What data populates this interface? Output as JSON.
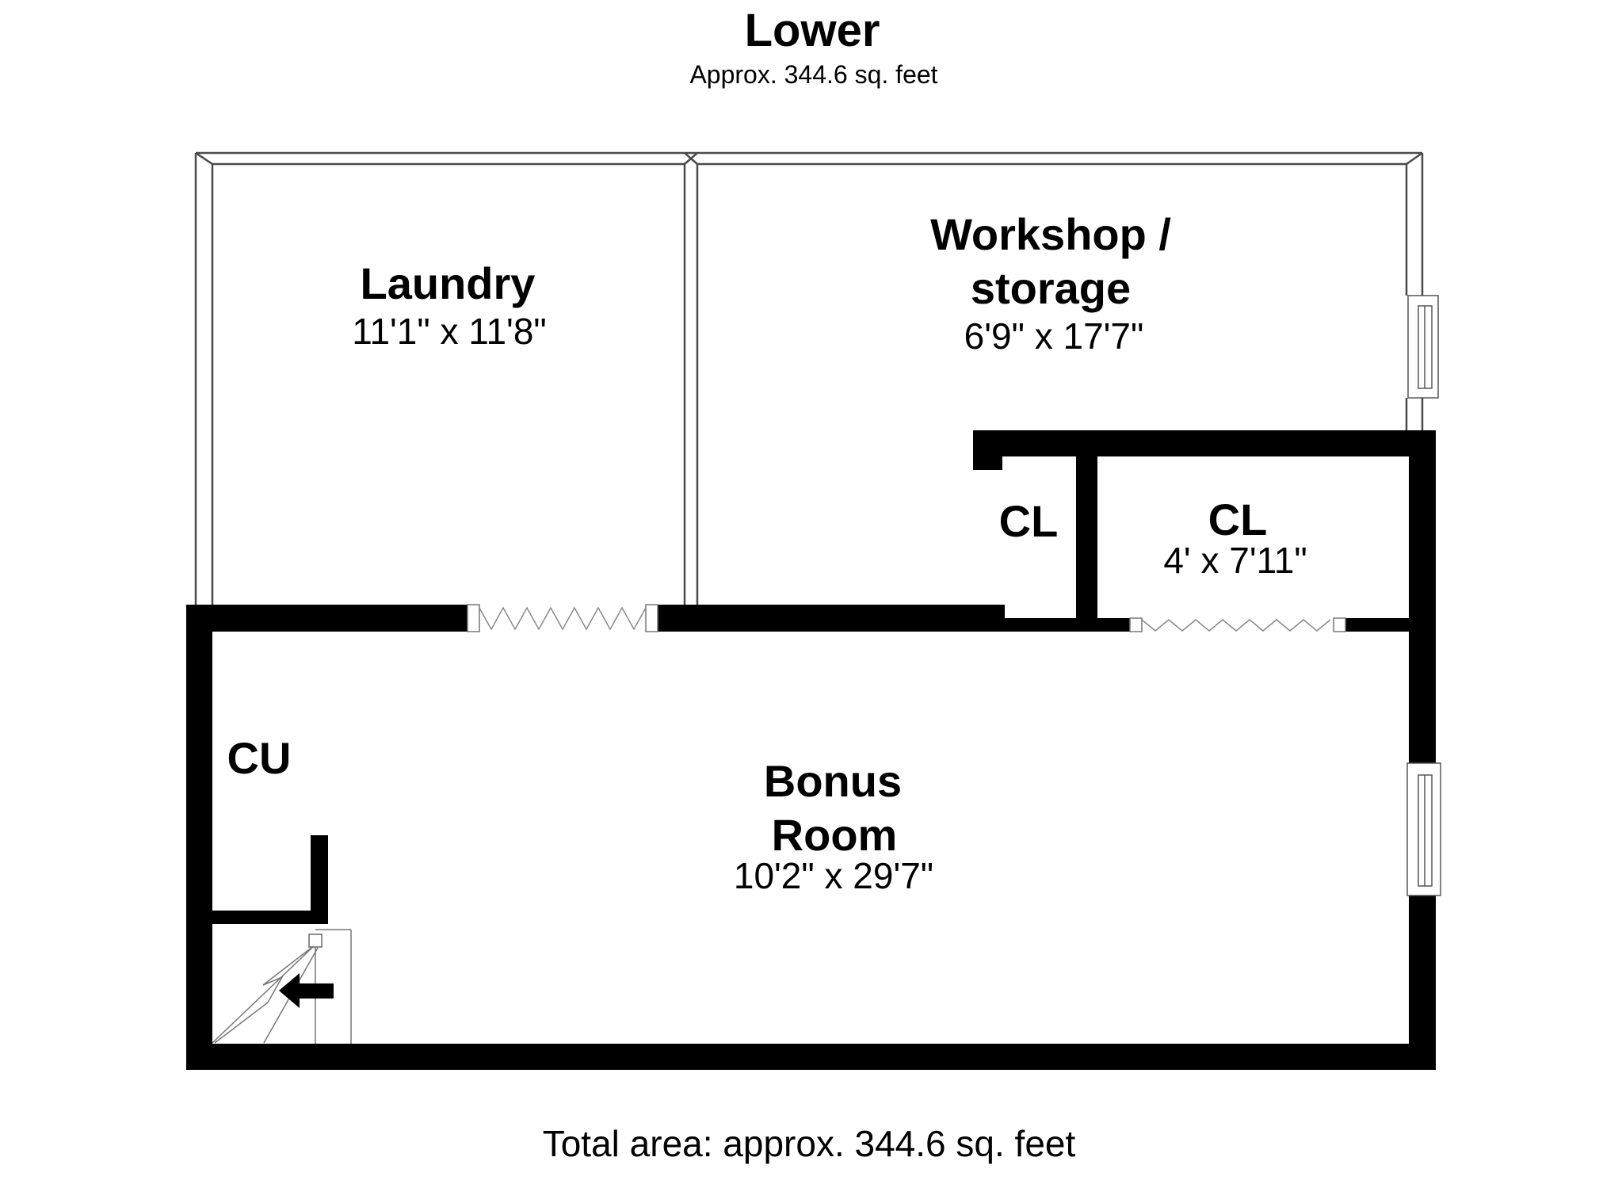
{
  "header": {
    "title": "Lower",
    "subtitle": "Approx. 344.6 sq. feet"
  },
  "footer": {
    "total_area": "Total area: approx. 344.6 sq. feet"
  },
  "rooms": {
    "laundry": {
      "name": "Laundry",
      "dims": "11'1\" x 11'8\""
    },
    "workshop": {
      "name_line1": "Workshop /",
      "name_line2": "storage",
      "dims": "6'9\" x 17'7\""
    },
    "cl_small": {
      "name": "CL"
    },
    "cl_large": {
      "name": "CL",
      "dims": "4' x 7'11\""
    },
    "cu": {
      "name": "CU"
    },
    "bonus": {
      "name_line1": "Bonus",
      "name_line2": "Room",
      "dims": "10'2\" x 29'7\""
    }
  },
  "colors": {
    "wall_fill": "#000000",
    "thin_wall_line": "#4a4a4a",
    "symbol_line": "#888888",
    "background": "#ffffff",
    "text": "#000000"
  }
}
